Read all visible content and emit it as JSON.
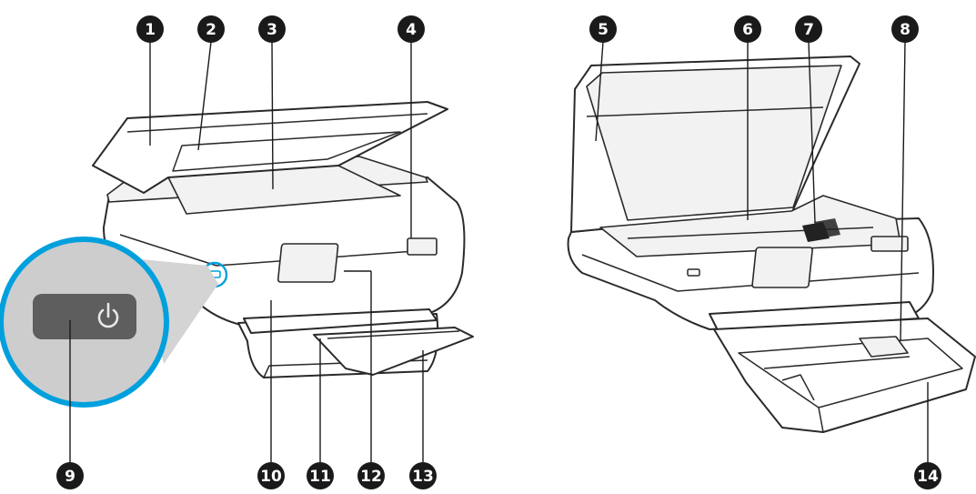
{
  "callouts": [
    {
      "label": "1"
    },
    {
      "label": "2"
    },
    {
      "label": "3"
    },
    {
      "label": "4"
    },
    {
      "label": "5"
    },
    {
      "label": "6"
    },
    {
      "label": "7"
    },
    {
      "label": "8"
    },
    {
      "label": "9"
    },
    {
      "label": "10"
    },
    {
      "label": "11"
    },
    {
      "label": "12"
    },
    {
      "label": "13"
    },
    {
      "label": "14"
    }
  ],
  "colors": {
    "callout_fill": "#1a1a1a",
    "highlight_ring": "#00a0dd",
    "power_button": "#5f5f5f",
    "zoom_background": "#cfcfcf"
  },
  "icons": [
    "power-icon",
    "usb-port-icon"
  ]
}
